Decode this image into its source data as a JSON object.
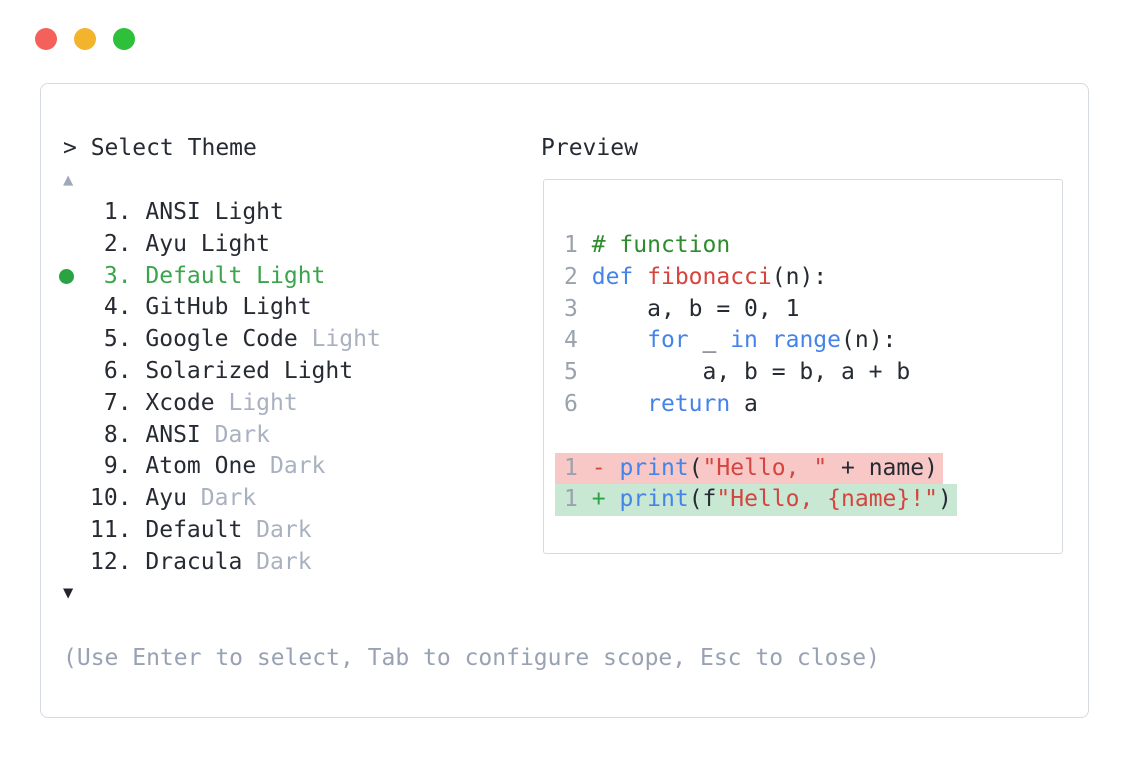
{
  "window": {
    "controls": [
      {
        "name": "close",
        "color": "#f4615b"
      },
      {
        "name": "minimize",
        "color": "#f2b32d"
      },
      {
        "name": "zoom",
        "color": "#2ec03b"
      }
    ]
  },
  "theme_picker": {
    "prompt": "> Select Theme",
    "scroll_up_icon": "▲",
    "scroll_down_icon": "▼",
    "items": [
      {
        "number": " 1.",
        "name": "ANSI Light",
        "variant": "",
        "selected": false
      },
      {
        "number": " 2.",
        "name": "Ayu Light",
        "variant": "",
        "selected": false
      },
      {
        "number": " 3.",
        "name": "Default Light",
        "variant": "",
        "selected": true
      },
      {
        "number": " 4.",
        "name": "GitHub Light",
        "variant": "",
        "selected": false
      },
      {
        "number": " 5.",
        "name": "Google Code",
        "variant": "Light",
        "selected": false
      },
      {
        "number": " 6.",
        "name": "Solarized Light",
        "variant": "",
        "selected": false
      },
      {
        "number": " 7.",
        "name": "Xcode",
        "variant": "Light",
        "selected": false
      },
      {
        "number": " 8.",
        "name": "ANSI",
        "variant": "Dark",
        "selected": false
      },
      {
        "number": " 9.",
        "name": "Atom One",
        "variant": "Dark",
        "selected": false
      },
      {
        "number": "10.",
        "name": "Ayu",
        "variant": "Dark",
        "selected": false
      },
      {
        "number": "11.",
        "name": "Default",
        "variant": "Dark",
        "selected": false
      },
      {
        "number": "12.",
        "name": "Dracula",
        "variant": "Dark",
        "selected": false
      }
    ],
    "hint": "(Use Enter to select, Tab to configure scope, Esc to close)"
  },
  "preview": {
    "label": "Preview",
    "code_lines": [
      {
        "num": "1",
        "diff": "",
        "segments": [
          {
            "t": "# function",
            "c": "cm"
          }
        ]
      },
      {
        "num": "2",
        "diff": "",
        "segments": [
          {
            "t": "def",
            "c": "kw"
          },
          {
            "t": " ",
            "c": "tx"
          },
          {
            "t": "fibonacci",
            "c": "fn"
          },
          {
            "t": "(n):",
            "c": "tx"
          }
        ]
      },
      {
        "num": "3",
        "diff": "",
        "segments": [
          {
            "t": "    a, b = 0, 1",
            "c": "tx"
          }
        ]
      },
      {
        "num": "4",
        "diff": "",
        "segments": [
          {
            "t": "    ",
            "c": "tx"
          },
          {
            "t": "for",
            "c": "kw"
          },
          {
            "t": " _ ",
            "c": "tx"
          },
          {
            "t": "in",
            "c": "kw"
          },
          {
            "t": " ",
            "c": "tx"
          },
          {
            "t": "range",
            "c": "kw"
          },
          {
            "t": "(n):",
            "c": "tx"
          }
        ]
      },
      {
        "num": "5",
        "diff": "",
        "segments": [
          {
            "t": "        a, b = b, a + b",
            "c": "tx"
          }
        ]
      },
      {
        "num": "6",
        "diff": "",
        "segments": [
          {
            "t": "    ",
            "c": "tx"
          },
          {
            "t": "return",
            "c": "kw"
          },
          {
            "t": " a",
            "c": "tx"
          }
        ]
      },
      {
        "num": "",
        "diff": "",
        "segments": []
      },
      {
        "num": "1",
        "diff": "removed",
        "segments": [
          {
            "t": "-",
            "c": "dm"
          },
          {
            "t": " ",
            "c": "tx"
          },
          {
            "t": "print",
            "c": "kw"
          },
          {
            "t": "(",
            "c": "tx"
          },
          {
            "t": "\"Hello, \"",
            "c": "st"
          },
          {
            "t": " + name)",
            "c": "tx"
          }
        ]
      },
      {
        "num": "1",
        "diff": "added",
        "segments": [
          {
            "t": "+",
            "c": "ap"
          },
          {
            "t": " ",
            "c": "tx"
          },
          {
            "t": "print",
            "c": "kw"
          },
          {
            "t": "(f",
            "c": "tx"
          },
          {
            "t": "\"Hello, {name}!\"",
            "c": "st"
          },
          {
            "t": ")",
            "c": "tx"
          }
        ]
      }
    ]
  },
  "colors": {
    "panel_border": "#d6dae1",
    "text": "#262b33",
    "variant_dim": "#a9b1c0",
    "hint_gray": "#99a2b3",
    "line_number_gray": "#9aa2ad",
    "selected_green": "#3ba44c",
    "selected_dot_green": "#2aa344",
    "comment_green": "#2e8b2e",
    "keyword_blue": "#4583ea",
    "function_red": "#d7433d",
    "string_red": "#d54540",
    "diff_removed_bg": "#f8c8c7",
    "diff_added_bg": "#c8e8d4",
    "traffic_red": "#f4615b",
    "traffic_yellow": "#f2b32d",
    "traffic_green": "#2ec03b"
  }
}
